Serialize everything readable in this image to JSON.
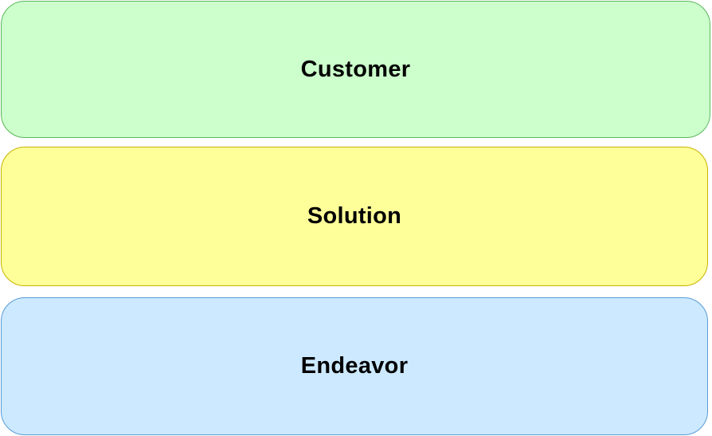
{
  "bands": [
    {
      "label": "Customer",
      "fill": "#ccffcc",
      "stroke": "#5cb85c"
    },
    {
      "label": "Solution",
      "fill": "#ffff99",
      "stroke": "#c8b400"
    },
    {
      "label": "Endeavor",
      "fill": "#cce9ff",
      "stroke": "#5b9bd5"
    }
  ]
}
